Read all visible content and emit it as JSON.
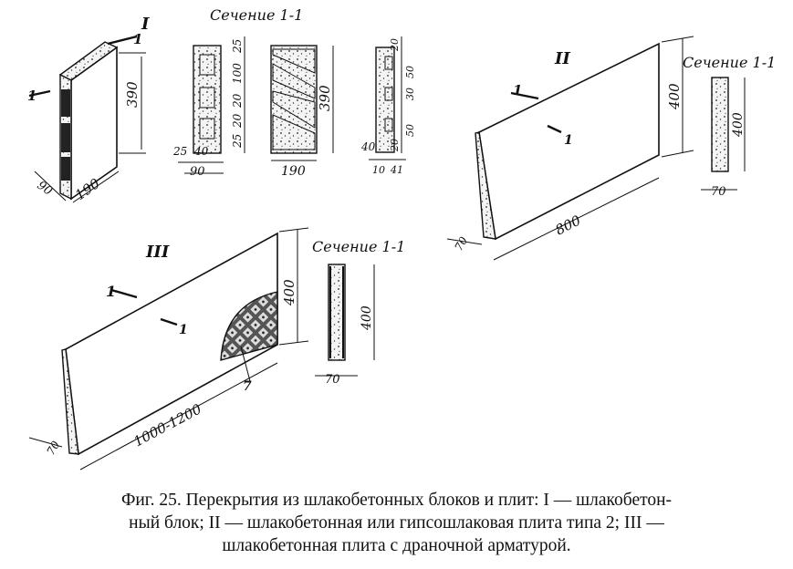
{
  "labels": {
    "fig1_num": "I",
    "fig2_num": "II",
    "fig3_num": "III",
    "section_1": "Сечение 1-1",
    "section_2": "Сечение 1-1",
    "section_3": "Сечение 1-1",
    "cut_mark": "1",
    "dims_block": {
      "height": "390",
      "width": "190",
      "depth": "90"
    },
    "dims_section1": {
      "right_a": "25",
      "right_b": "100",
      "right_c": "20",
      "right_d": "20",
      "right_e": "25",
      "bottom_left": "25",
      "bottom_mid": "40",
      "bottom_w": "90",
      "mid_h": "390",
      "mid_w": "190",
      "far_a": "20",
      "far_b": "50",
      "far_c": "30",
      "far_d": "50",
      "far_e": "20",
      "far_left": "40",
      "far_bot_a": "10",
      "far_bot_b": "41"
    },
    "dims_plate2": {
      "height": "400",
      "length": "800",
      "depth": "70",
      "sec_h": "400",
      "sec_w": "70"
    },
    "dims_plate3": {
      "height": "400",
      "length": "1000-1200",
      "depth": "70",
      "sec_h": "400",
      "sec_w": "70",
      "mark7": "7"
    }
  },
  "caption": {
    "line1": "Фиг. 25. Перекрытия из шлакобетонных блоков и плит: I — шлакобетон-",
    "line2": "ный блок; II — шлакобетонная или гипсошлаковая плита типа 2; III —",
    "line3": "шлакобетонная плита с драночной арматурой."
  }
}
